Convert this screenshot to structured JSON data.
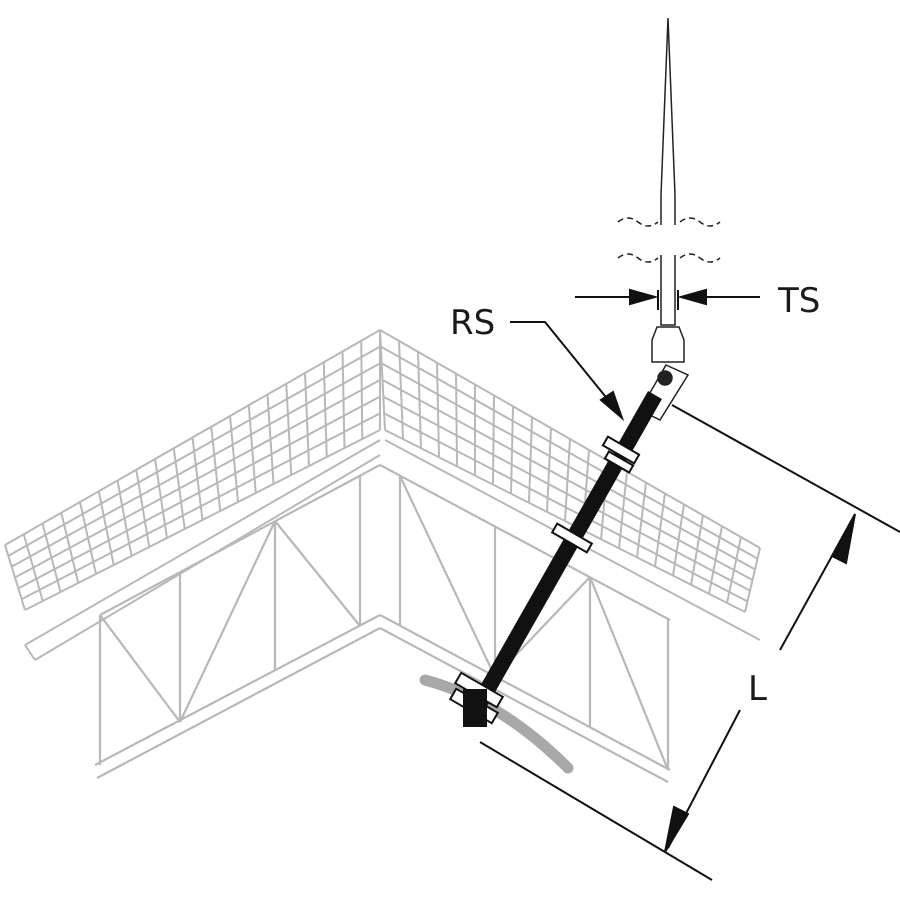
{
  "labels": {
    "rod_support": "RS",
    "tip_size": "TS",
    "length": "L"
  },
  "colors": {
    "roof": "#b8b8b8",
    "ink": "#111111",
    "pipe": "#a8a8a8"
  }
}
